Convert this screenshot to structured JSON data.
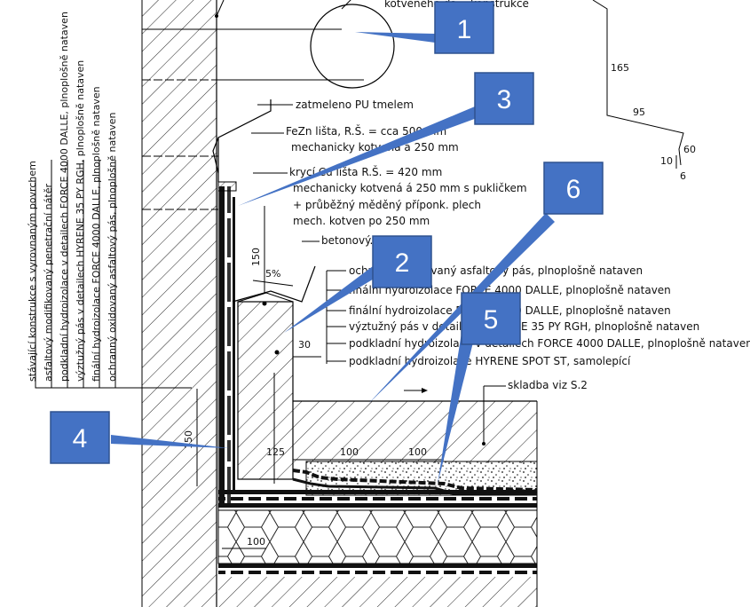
{
  "diagram": {
    "top_note": "kotveného da... konstrukce",
    "labels": {
      "pu": "zatmeleno PU tmelem",
      "fezn_1": "FeZn lišta, R.Š. = cca 500 mm",
      "fezn_2": "mechanicky kotvená á 250 mm",
      "krycí_1": "krycí Cu lišta R.Š. = 420 mm",
      "krycí_2": "mechanicky kotvená á 250 mm s pukličkem",
      "krycí_3": "+ průběžný měděný příponk. plech",
      "krycí_4": "mech. kotven po 250 mm",
      "beton": "betonový...",
      "layer_1": "ochranný oxidovaný asfaltový pás, plnoplošně nataven",
      "layer_2": "finální hydroizolace FORCE 4000 DALLE, plnoplošně nataven",
      "layer_3": "finální hydroizolace FORCE 4000 DALLE, plnoplošně nataven",
      "layer_4": "výztužný pás v detailech HYRENE 35 PY RGH, plnoplošně nataven",
      "layer_5": "podkladní hydroizolace v detailech FORCE 4000 DALLE, plnoplošně nataven",
      "layer_6": "podkladní hydroizolace HYRENE SPOT ST, samolepící",
      "skladba": "skladba viz S.2"
    },
    "vertical_labels": [
      "stávající konstrukce s vyrovnaným povrchem",
      "asfaltový modifikovaný penetrační nátěr",
      "podkladní hydroizolace v detailech FORCE 4000 DALLE, plnoplošně nataven",
      "výztužný pás v detailech HYRENE 35 PY RGH, plnoplošně nataven",
      "finální hydroizolace FORCE 4000 DALLE, plnoplošně nataven",
      "ochranný oxidovaný asfaltový pás, plnoplošně nataven"
    ],
    "dimensions": {
      "d165": "165",
      "d95": "95",
      "d60": "60",
      "d10": "10",
      "d6": "6",
      "d150a": "150",
      "d150b": "150",
      "d30": "30",
      "d125": "125",
      "d100a": "100",
      "d100b": "100",
      "d100c": "100",
      "slope": "5%"
    },
    "callouts": [
      "1",
      "2",
      "3",
      "4",
      "5",
      "6"
    ],
    "colors": {
      "badge_fill": "#4472c4",
      "badge_border": "#2f528f",
      "line": "#000000"
    }
  }
}
